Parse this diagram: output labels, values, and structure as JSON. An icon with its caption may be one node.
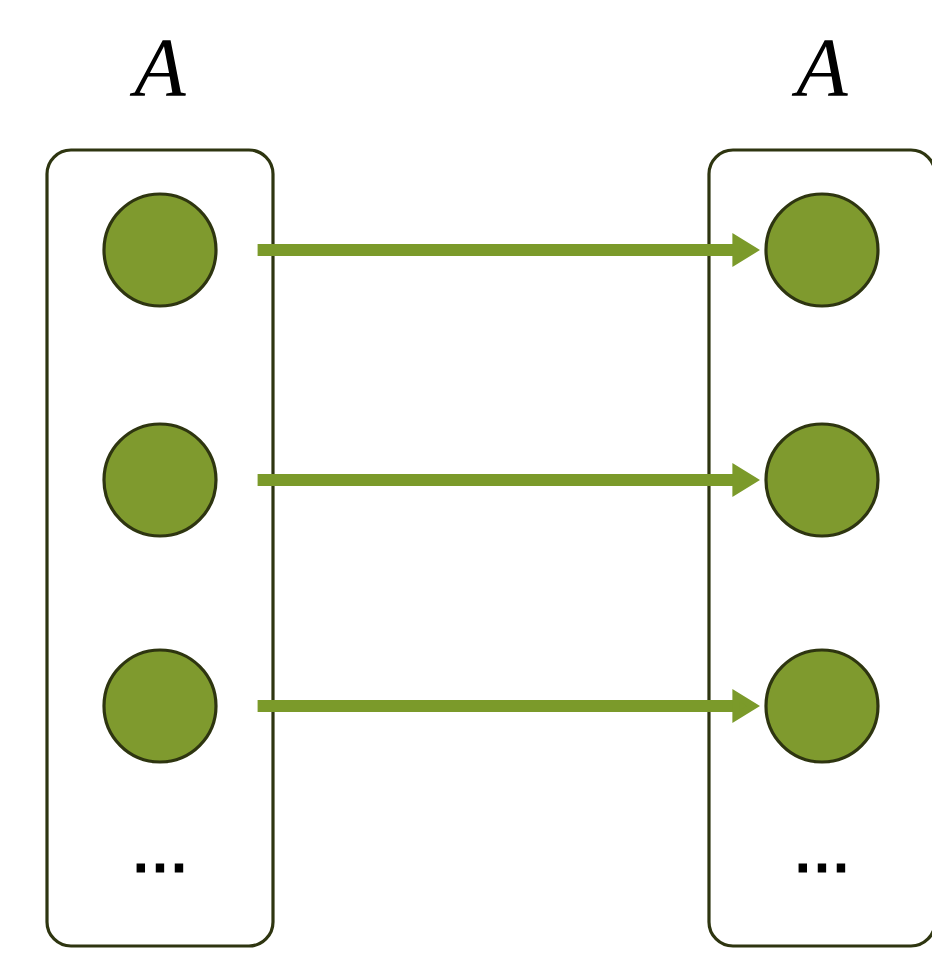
{
  "diagram": {
    "nodes": [
      {
        "text": [
          "A",
          "…"
        ]
      },
      {
        "text": [],
        "shape": "circle",
        "in": 0
      },
      {
        "text": [],
        "shape": "circle",
        "in": 0
      },
      {
        "text": [],
        "shape": "circle",
        "in": 0
      },
      {
        "text": [
          "A",
          "…"
        ]
      },
      {
        "text": [],
        "shape": "circle",
        "in": 4
      },
      {
        "text": [],
        "shape": "circle",
        "in": 4
      },
      {
        "text": [],
        "shape": "circle",
        "in": 4
      }
    ],
    "edges": [
      {
        "from": 1,
        "to": 5,
        "arrow": "to"
      },
      {
        "from": 2,
        "to": 6,
        "arrow": "to"
      },
      {
        "from": 3,
        "to": 7,
        "arrow": "to"
      }
    ]
  }
}
